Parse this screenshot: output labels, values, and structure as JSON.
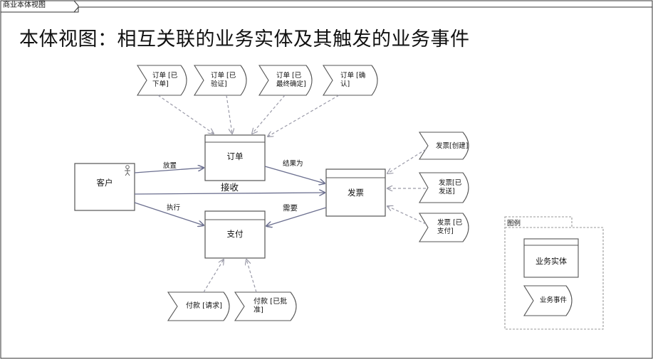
{
  "frame": {
    "tab_label": "商业本体视图"
  },
  "title": "本体视图：相互关联的业务实体及其触发的业务事件",
  "entities": {
    "customer": "客户",
    "order": "订单",
    "invoice": "发票",
    "payment": "支付"
  },
  "relations": {
    "place": "放置",
    "results_in": "结果为",
    "receive": "接收",
    "execute": "执行",
    "requires": "需要"
  },
  "events": {
    "order_placed": "订单 [已\n下单]",
    "order_verified": "订单 [已\n验证]",
    "order_finalized": "订单 [已\n最终确定]",
    "order_confirmed": "订单 [确\n认]",
    "invoice_created": "发票[创建]",
    "invoice_sent": "发票[已\n发送]",
    "invoice_paid": "发票 [已\n支付]",
    "payment_requested": "付款 [请求]",
    "payment_approved": "付款 [已批\n准]"
  },
  "legend": {
    "title": "图例",
    "entity_label": "业务实体",
    "event_label": "业务事件"
  },
  "colors": {
    "line": "#555555",
    "arrow_solid": "#6b6f8f",
    "arrow_dashed": "#9a9aa8"
  }
}
